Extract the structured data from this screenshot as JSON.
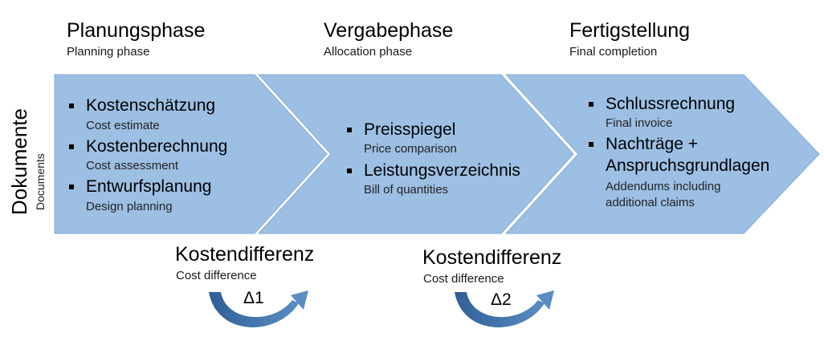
{
  "side_label": {
    "title": "Dokumente",
    "subtitle": "Documents"
  },
  "phases": [
    {
      "title": "Planungsphase",
      "subtitle": "Planning phase",
      "items": [
        {
          "label": "Kostenschätzung",
          "sub": "Cost estimate"
        },
        {
          "label": "Kostenberechnung",
          "sub": "Cost assessment"
        },
        {
          "label": "Entwurfsplanung",
          "sub": "Design planning"
        }
      ]
    },
    {
      "title": "Vergabephase",
      "subtitle": "Allocation phase",
      "items": [
        {
          "label": "Preisspiegel",
          "sub": "Price comparison"
        },
        {
          "label": "Leistungsverzeichnis",
          "sub": "Bill of quantities"
        }
      ]
    },
    {
      "title": "Fertigstellung",
      "subtitle": "Final completion",
      "items": [
        {
          "label": "Schlussrechnung",
          "sub": "Final invoice"
        },
        {
          "label": "Nachträge +",
          "label2": "Anspruchsgrundlagen",
          "sub": "Addendums including",
          "sub2": "additional claims"
        }
      ]
    }
  ],
  "differences": [
    {
      "title": "Kostendifferenz",
      "subtitle": "Cost difference",
      "delta": "Δ1"
    },
    {
      "title": "Kostendifferenz",
      "subtitle": "Cost difference",
      "delta": "Δ2"
    }
  ],
  "colors": {
    "chevron_fill": "#9dbfe3",
    "chevron_stroke": "#7aa3cf",
    "arrow": "#3d6fa8"
  }
}
